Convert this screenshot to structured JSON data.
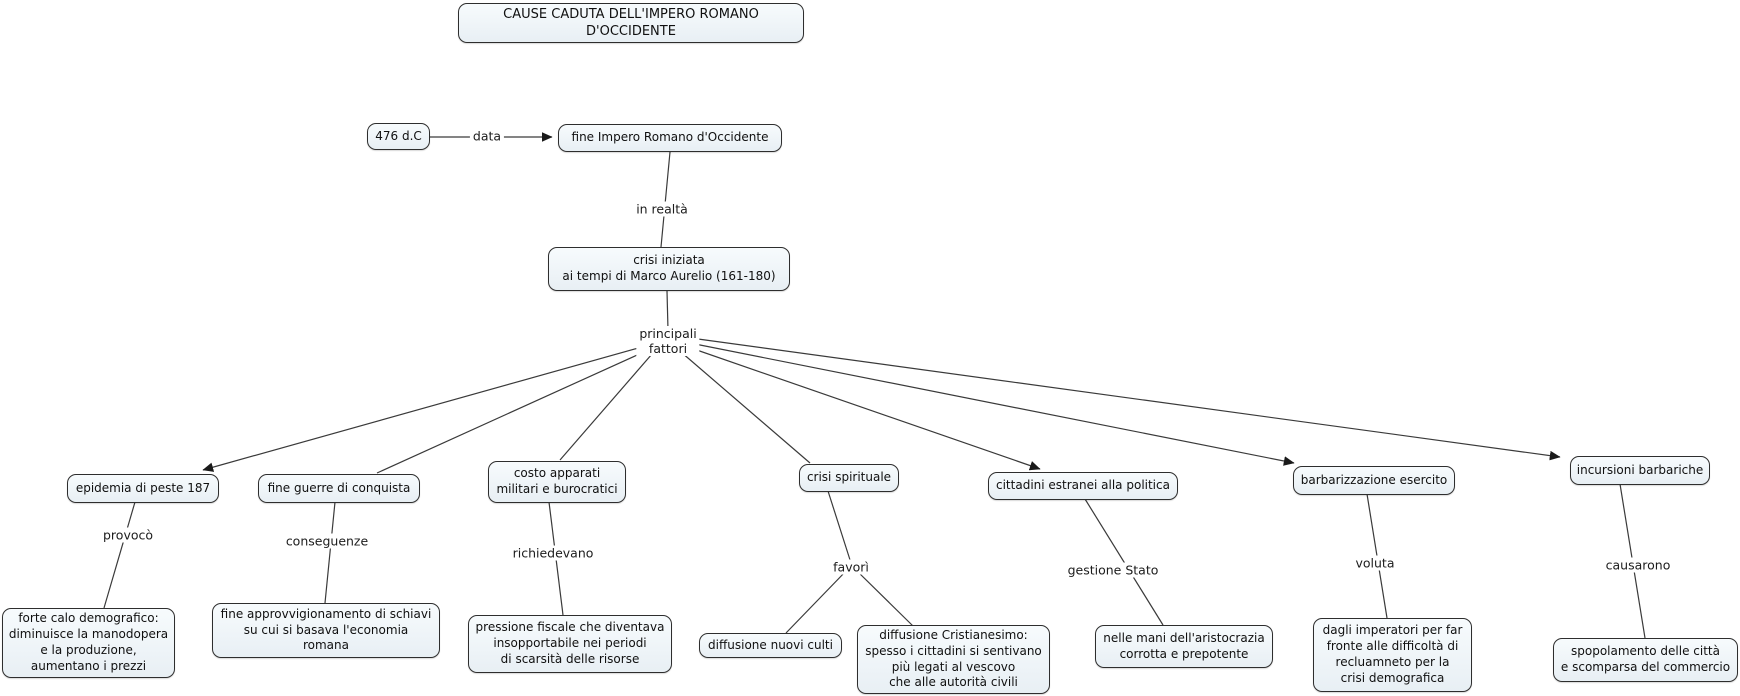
{
  "diagram": {
    "background": "#ffffff",
    "node_fill": "#e8eff4",
    "node_border": "#2e2e2e",
    "line_color": "#3a3a3a"
  },
  "nodes": {
    "title": "CAUSE CADUTA DELL'IMPERO ROMANO D'OCCIDENTE",
    "date": "476 d.C",
    "fine_impero": "fine Impero Romano d'Occidente",
    "crisi": "crisi iniziata\nai tempi di Marco Aurelio (161-180)",
    "epidemia": "epidemia di peste 187",
    "guerre": "fine guerre di conquista",
    "costo": "costo apparati\nmilitari e burocratici",
    "spirituale": "crisi spirituale",
    "cittadini": "cittadini estranei alla politica",
    "barbarizzazione": "barbarizzazione esercito",
    "incursioni": "incursioni barbariche",
    "forte_calo": "forte calo demografico:\ndiminuisce la manodopera\ne la produzione,\naumentano i prezzi",
    "schiavi": "fine approvvigionamento di schiavi\nsu cui si basava l'economia\nromana",
    "pressione": "pressione fiscale che diventava\ninsopportabile nei periodi\ndi scarsità delle risorse",
    "culti": "diffusione nuovi culti",
    "cristianesimo": "diffusione Cristianesimo:\nspesso i cittadini si sentivano\npiù legati al vescovo\nche alle autorità civili",
    "aristocrazia": "nelle mani dell'aristocrazia\ncorrotta e prepotente",
    "imperatori": "dagli imperatori per far\nfronte alle difficoltà di\nrecluamneto per la\ncrisi demografica",
    "spopolamento": "spopolamento delle città\ne scomparsa del commercio"
  },
  "labels": {
    "data": "data",
    "in_realta": "in realtà",
    "principali_fattori": "principali\nfattori",
    "provoco": "provocò",
    "conseguenze": "conseguenze",
    "richiedevano": "richiedevano",
    "favori": "favorì",
    "gestione_stato": "gestione Stato",
    "voluta": "voluta",
    "causarono": "causarono"
  }
}
